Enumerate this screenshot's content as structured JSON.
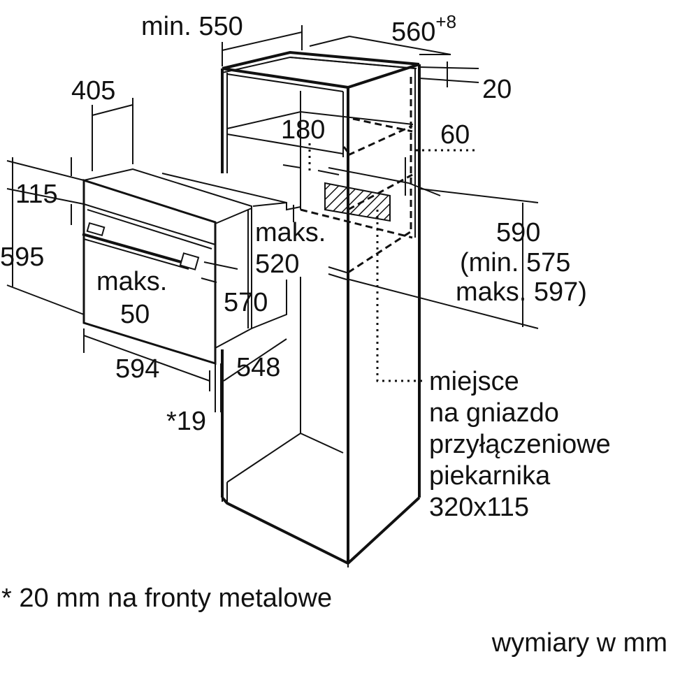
{
  "dims": {
    "min550": "min. 550",
    "w560": "560",
    "w560_sup": "+8",
    "d20": "20",
    "d405": "405",
    "d180": "180",
    "d60": "60",
    "d115": "115",
    "d595": "595",
    "maks520_a": "maks.",
    "maks520_b": "520",
    "h590": "590",
    "h590_min": "(min. 575",
    "h590_max": "maks. 597)",
    "maks50_a": "maks.",
    "maks50_b": "50",
    "d570": "570",
    "d594": "594",
    "d548": "548",
    "d19": "*19"
  },
  "socket_note": {
    "lines": [
      "miejsce",
      "na gniazdo",
      "przyłączeniowe",
      "piekarnika",
      "320x115"
    ]
  },
  "footnote": "* 20 mm na fronty metalowe",
  "units_note": "wymiary w mm"
}
